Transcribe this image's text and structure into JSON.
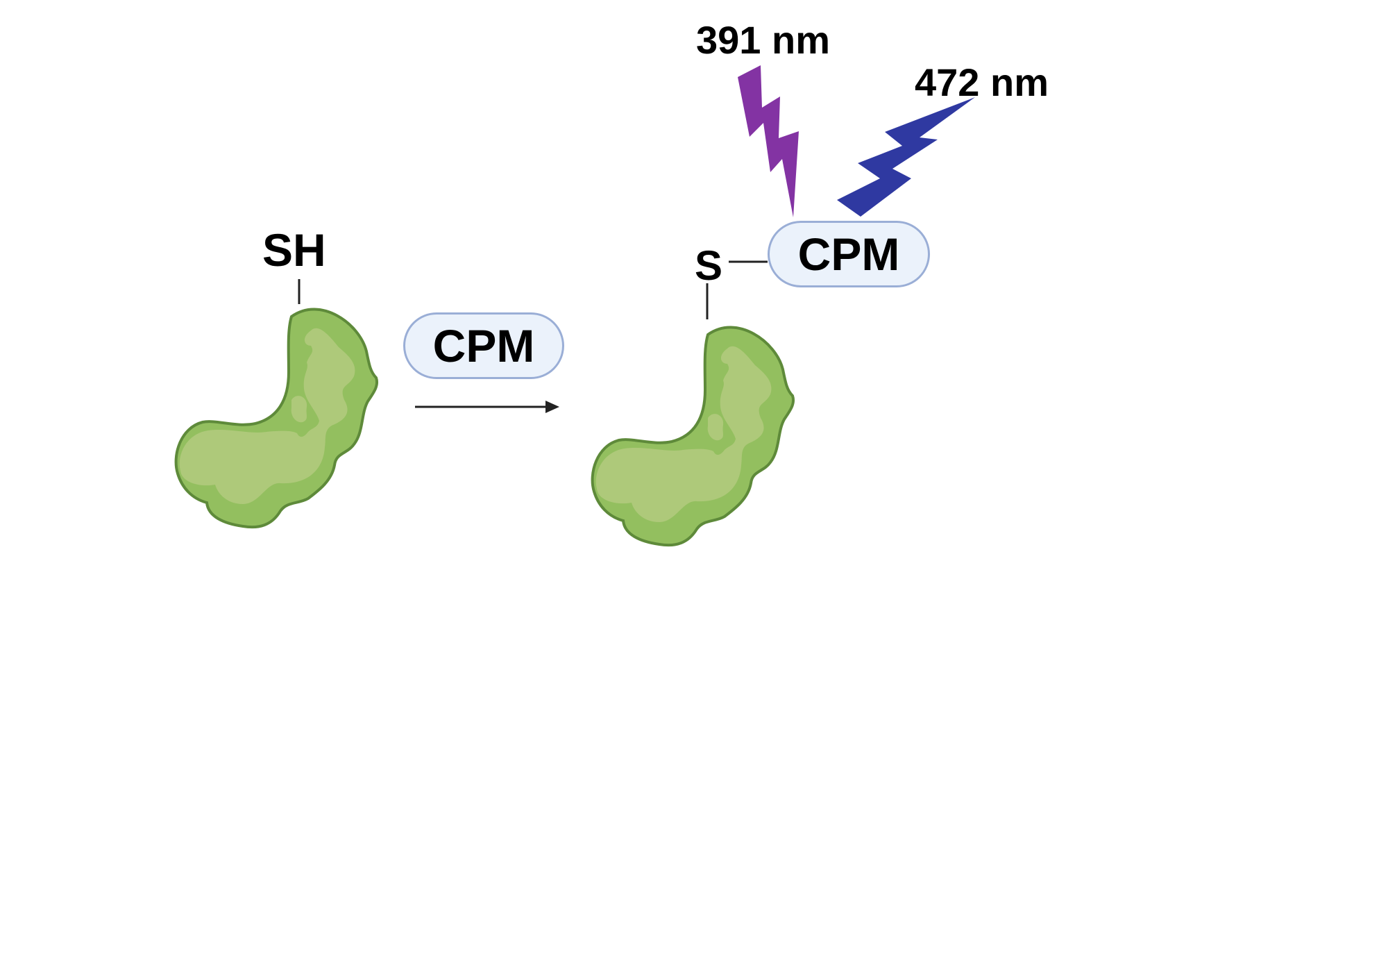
{
  "labels": {
    "thiol": "SH",
    "sulfur": "S",
    "reagent": "CPM",
    "bound_reagent": "CPM",
    "excitation": "391 nm",
    "emission": "472 nm"
  },
  "colors": {
    "protein_outer": "#93bf5f",
    "protein_inner": "#aec97a",
    "protein_outline": "#5e8a3a",
    "pill_fill": "#ebf2fb",
    "pill_border": "#9aaed6",
    "excitation_bolt": "#8333a3",
    "emission_bolt": "#2f39a1",
    "line": "#222222"
  },
  "icons": {
    "protein": "protein-blob-icon",
    "excitation": "lightning-bolt-icon",
    "emission": "lightning-bolt-icon",
    "reaction_arrow": "arrow-right-icon"
  }
}
